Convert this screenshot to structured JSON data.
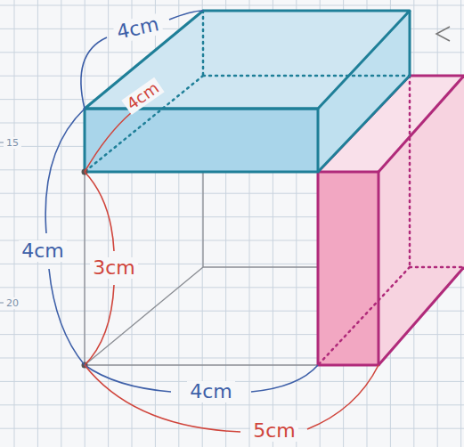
{
  "diagram": {
    "labels": [
      "15",
      "20",
      "4cm",
      "4cm",
      "4cm",
      "3cm",
      "4cm",
      "5cm"
    ]
  }
}
